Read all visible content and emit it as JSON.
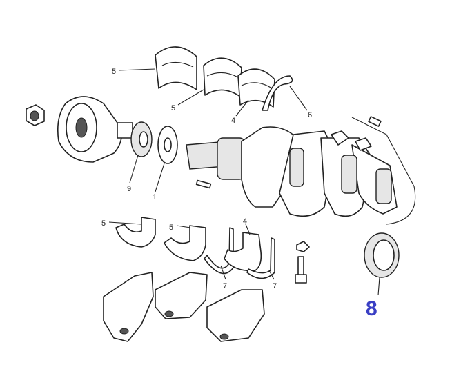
{
  "callouts": {
    "c5a": "5",
    "c5b": "5",
    "c4a": "4",
    "c6": "6",
    "c9": "9",
    "c1": "1",
    "c5c": "5",
    "c5d": "5",
    "c4b": "4",
    "c7a": "7",
    "c7b": "7",
    "c8": "8"
  },
  "colors": {
    "highlight": "#3a3fc4"
  }
}
